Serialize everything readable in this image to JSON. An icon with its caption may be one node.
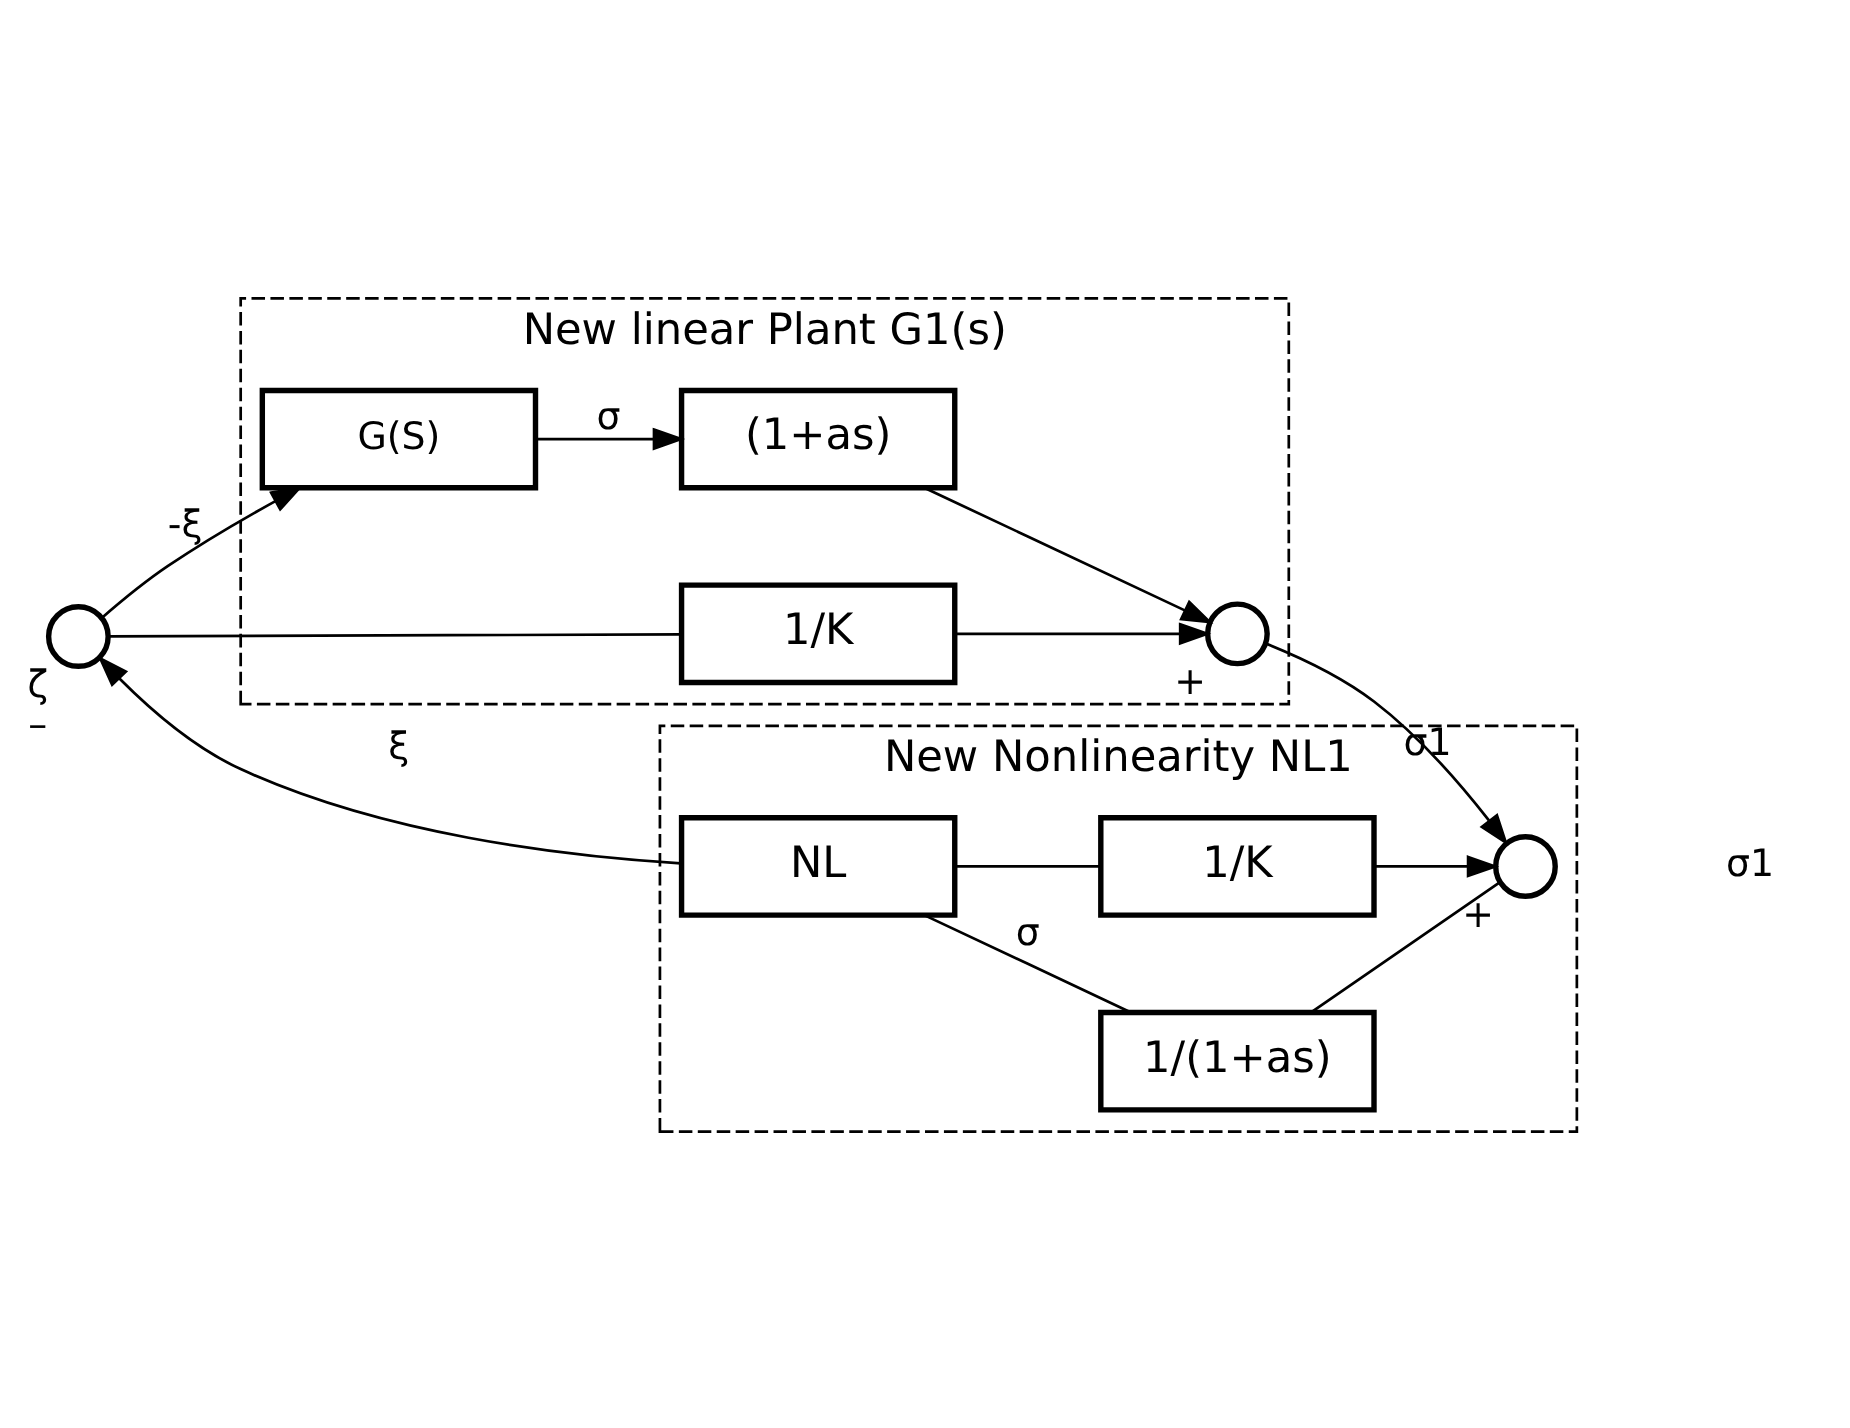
{
  "diagram": {
    "nodes": [
      {
        "text": [
          "New linear Plant G1(s)"
        ]
      },
      {
        "text": [
          "1/K"
        ],
        "in": 0
      },
      {
        "text": [
          "G(S)"
        ],
        "in": 0
      },
      {
        "text": [
          "(1+as)"
        ],
        "in": 0
      },
      {
        "text": [],
        "shape": "circle",
        "in": 0,
        "beside": [
          "+"
        ]
      },
      {
        "text": [
          "New Nonlinearity NL1"
        ]
      },
      {
        "text": [
          "NL"
        ],
        "in": 5
      },
      {
        "text": [
          "1/(1+as)"
        ],
        "in": 5
      },
      {
        "text": [],
        "shape": "circle",
        "in": 5,
        "beside": [
          "+"
        ]
      },
      {
        "text": [
          "1/K"
        ],
        "in": 5
      },
      {
        "text": [],
        "shape": "circle",
        "beside": [
          "ζ",
          "–"
        ]
      }
    ],
    "edges": [
      {
        "from": 10,
        "to": 2,
        "arrow": "to",
        "label": "-ξ"
      },
      {
        "from": 10,
        "to": 1,
        "arrow": "none"
      },
      {
        "from": 2,
        "to": 3,
        "arrow": "to",
        "label": "σ"
      },
      {
        "from": 3,
        "to": 4,
        "arrow": "to"
      },
      {
        "from": 1,
        "to": 4,
        "arrow": "to"
      },
      {
        "from": 4,
        "to": 8,
        "arrow": "to",
        "label": "σ1"
      },
      {
        "from": 8,
        "to": 7,
        "arrow": "none"
      },
      {
        "from": 7,
        "to": 6,
        "arrow": "none",
        "label": "σ"
      },
      {
        "from": 6,
        "to": 10,
        "arrow": "to",
        "label": "ξ"
      },
      {
        "from": 6,
        "to": 9,
        "arrow": "none"
      },
      {
        "from": 9,
        "to": 8,
        "arrow": "to"
      }
    ],
    "labels": [
      "σ1"
    ]
  }
}
